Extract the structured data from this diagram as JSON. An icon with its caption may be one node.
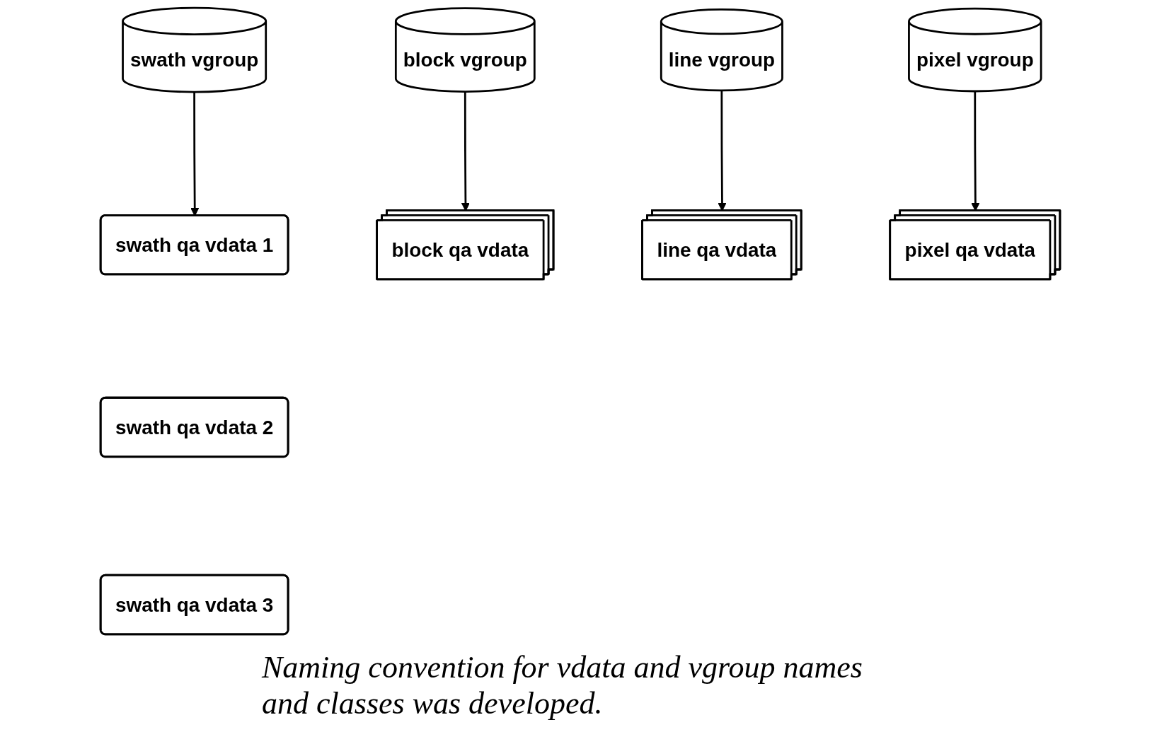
{
  "diagram": {
    "caption": "Naming convention for vdata and vgroup names and classes was developed.",
    "nodes": [
      {
        "text": [
          "swath vgroup"
        ]
      },
      {
        "text": [
          "block vgroup"
        ]
      },
      {
        "text": [
          "line vgroup"
        ]
      },
      {
        "text": [
          "pixel vgroup"
        ]
      },
      {
        "text": [
          "swath qa vdata 1"
        ]
      },
      {
        "text": [
          "swath qa vdata 2"
        ]
      },
      {
        "text": [
          "swath qa vdata 3"
        ]
      },
      {
        "text": [
          "block qa vdata"
        ]
      },
      {
        "text": [
          "line qa vdata"
        ]
      },
      {
        "text": [
          "pixel qa vdata"
        ]
      }
    ],
    "edges": [
      {
        "from": 0,
        "to": 4,
        "arrow": "to"
      },
      {
        "from": 1,
        "to": 7,
        "arrow": "to"
      },
      {
        "from": 2,
        "to": 8,
        "arrow": "to"
      },
      {
        "from": 3,
        "to": 9,
        "arrow": "to"
      }
    ]
  }
}
